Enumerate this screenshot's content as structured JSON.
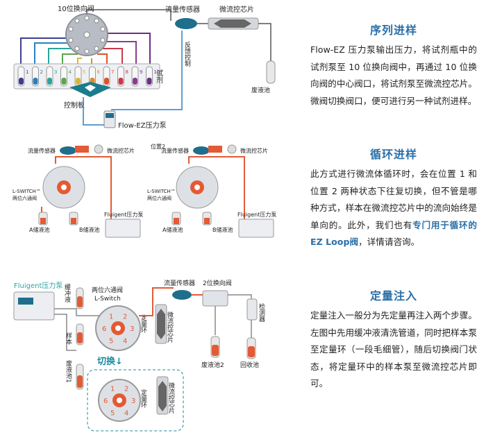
{
  "sections": [
    {
      "title": "序列进样",
      "body": "Flow-EZ 压力泵输出压力，将试剂瓶中的试剂泵至 10 位换向阀中，再通过 10 位换向阀的中心阀口，将试剂泵至微流控芯片。微阀切换阀口，便可进行另一种试剂进样。"
    },
    {
      "title": "循环进样",
      "body_plain": "此方式进行微流体循环时，会在位置 1 和位置 2 两种状态下往复切换，但不管是哪种方式，样本在微流控芯片中的流向始终是单向的。此外，我们也有",
      "body_highlight": "专门用于循环的EZ Loop阀",
      "body_tail": "，详情请咨询。"
    },
    {
      "title": "定量注入",
      "body": "定量注入一般分为先定量再注入两个步骤。左图中先用缓冲液清洗管道，同时把样本泵至定量环（一段毛细管），随后切换阀门状态，将定量环中的样本泵至微流控芯片即可。"
    }
  ],
  "diagram1": {
    "valve_label": "10位换向阀",
    "sensor_label": "流量传感器",
    "chip_label": "微流控芯片",
    "feedback_label": "反馈控制",
    "reagent_label": "试剂",
    "waste_label": "废液池",
    "board_label": "控制板",
    "pump_label": "Flow-EZ压力泵",
    "tube_numbers": [
      "1",
      "2",
      "3",
      "4",
      "5",
      "6",
      "7",
      "8",
      "9",
      "10"
    ],
    "tube_colors": [
      "#3d3d8f",
      "#2c7fc1",
      "#2aa39a",
      "#5aa64a",
      "#d6b73a",
      "#e08a2a",
      "#d9542a",
      "#c7384a",
      "#8a3d8f",
      "#6b2d86"
    ]
  },
  "diagram2": {
    "left": {
      "sensor_label": "流量传感器",
      "chip_label": "微流控芯片",
      "lswitch_label": "L-SWITCH™",
      "lswitch_sub": "两位六通阀",
      "pump_label": "Fluigent压力泵",
      "a_label": "A储液池",
      "b_label": "B储液池"
    },
    "right": {
      "position_label": "位置2",
      "sensor_label": "流量传感器",
      "chip_label": "微流控芯片",
      "lswitch_label": "L-SWITCH™",
      "lswitch_sub": "两位六通阀",
      "pump_label": "Fluigent压力泵",
      "a_label": "A储液池",
      "b_label": "B储液池"
    }
  },
  "diagram3": {
    "pump_label": "Fluigent压力泵",
    "buffer_label": "缓冲液",
    "sample_label": "样本",
    "waste1_label": "废液池1",
    "valve_label": "两位六通阀",
    "valve_sub": "L-Switch",
    "loop_label": "定量环",
    "sensor_label": "流量传感器",
    "chip_label": "微流控芯片",
    "valve2_label": "2位换向阀",
    "detector_label": "检测器",
    "waste2_label": "废液池2",
    "recovery_label": "回收池",
    "switch_label": "切换↓",
    "port_numbers_top": [
      "1",
      "2",
      "3",
      "4",
      "5",
      "6"
    ],
    "port_numbers_bottom": [
      "1",
      "2",
      "3",
      "4",
      "5",
      "6"
    ]
  }
}
